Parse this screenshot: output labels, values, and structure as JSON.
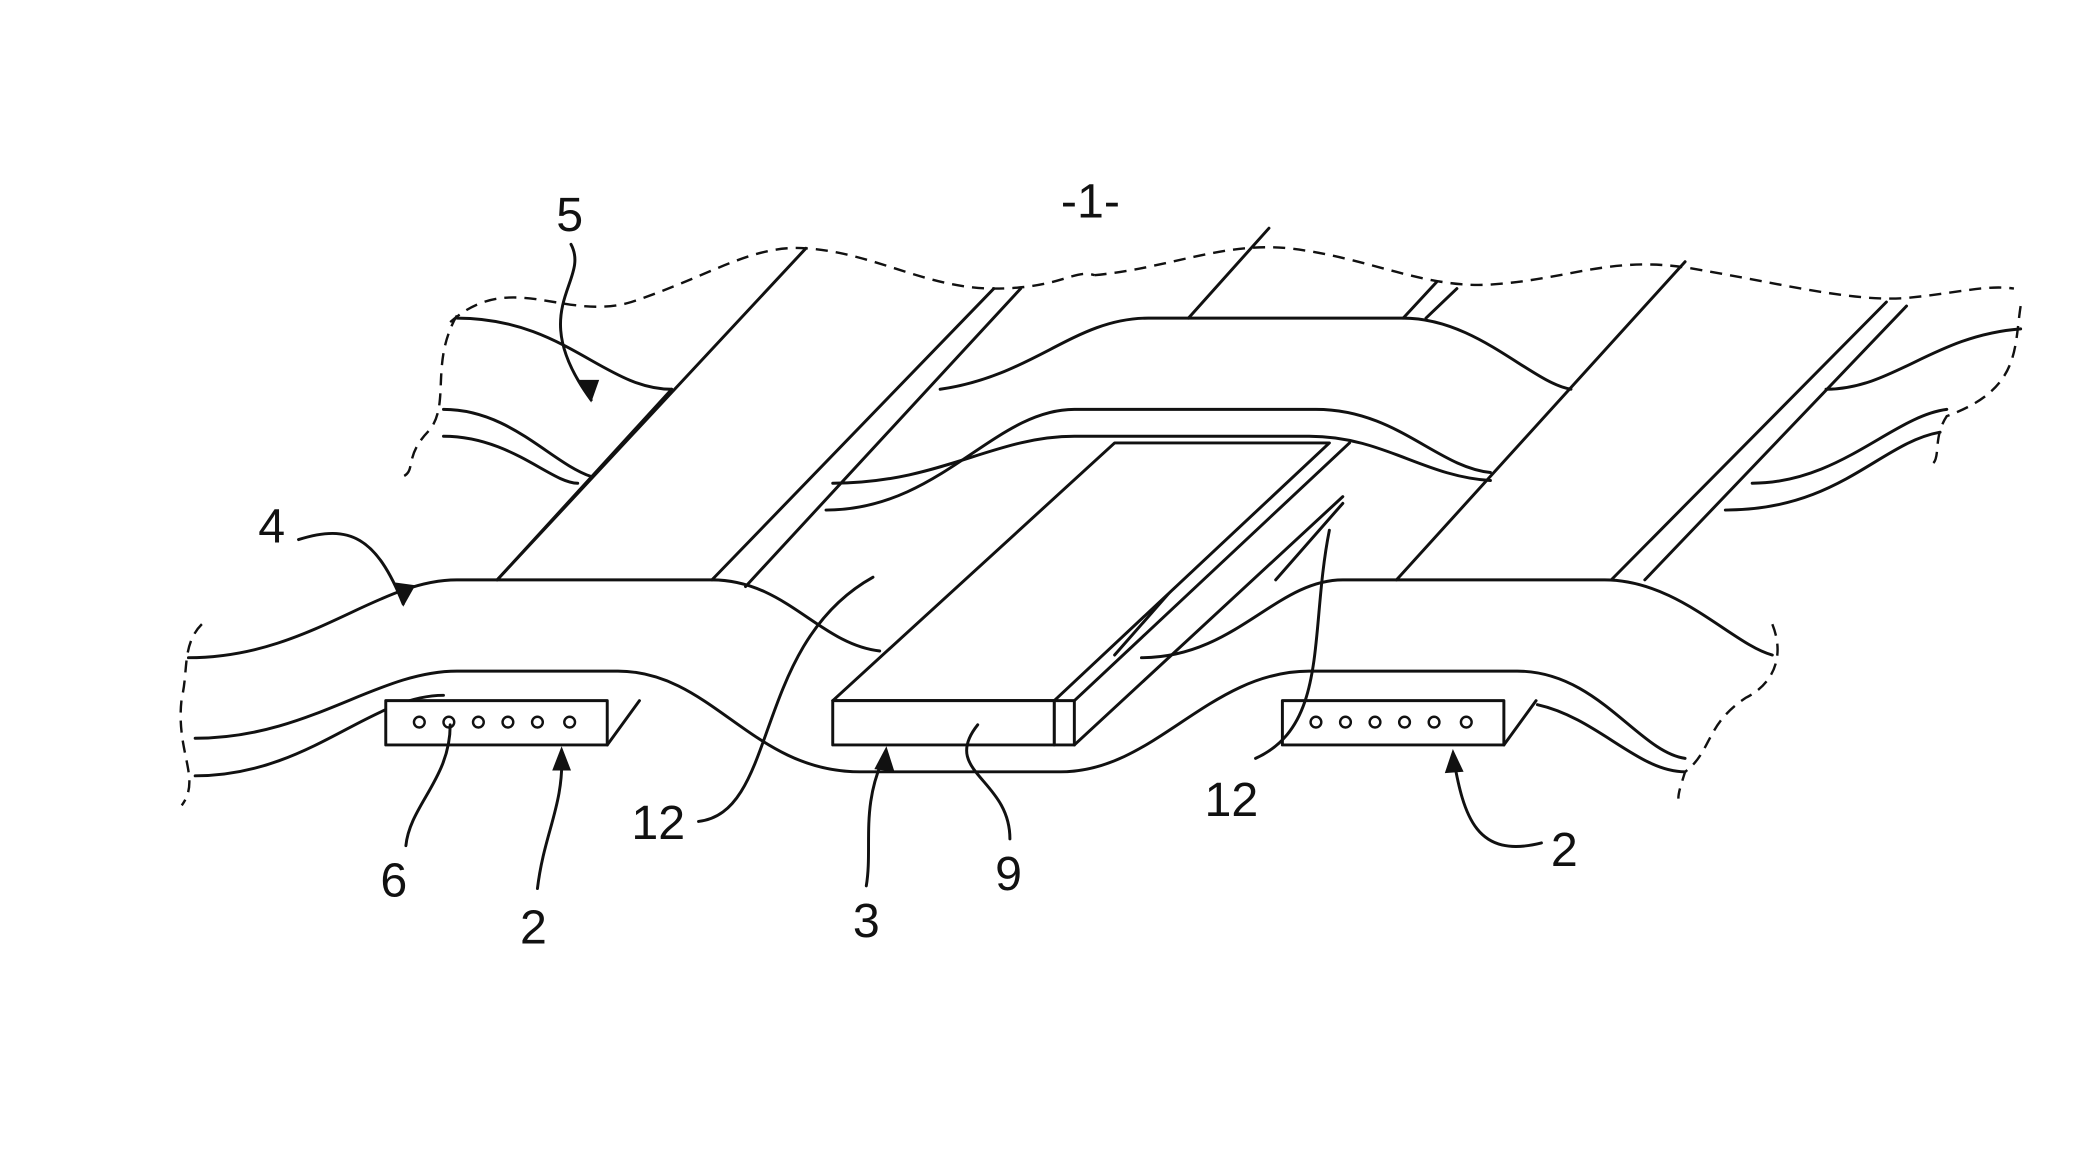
{
  "figure": {
    "title": "-1-",
    "labels": {
      "weft_upper": "5",
      "weft_lower": "4",
      "gap_left": "12",
      "gap_right": "12",
      "holes": "6",
      "element_left": "2",
      "element_right": "2",
      "bar": "3",
      "bar_face": "9"
    }
  }
}
